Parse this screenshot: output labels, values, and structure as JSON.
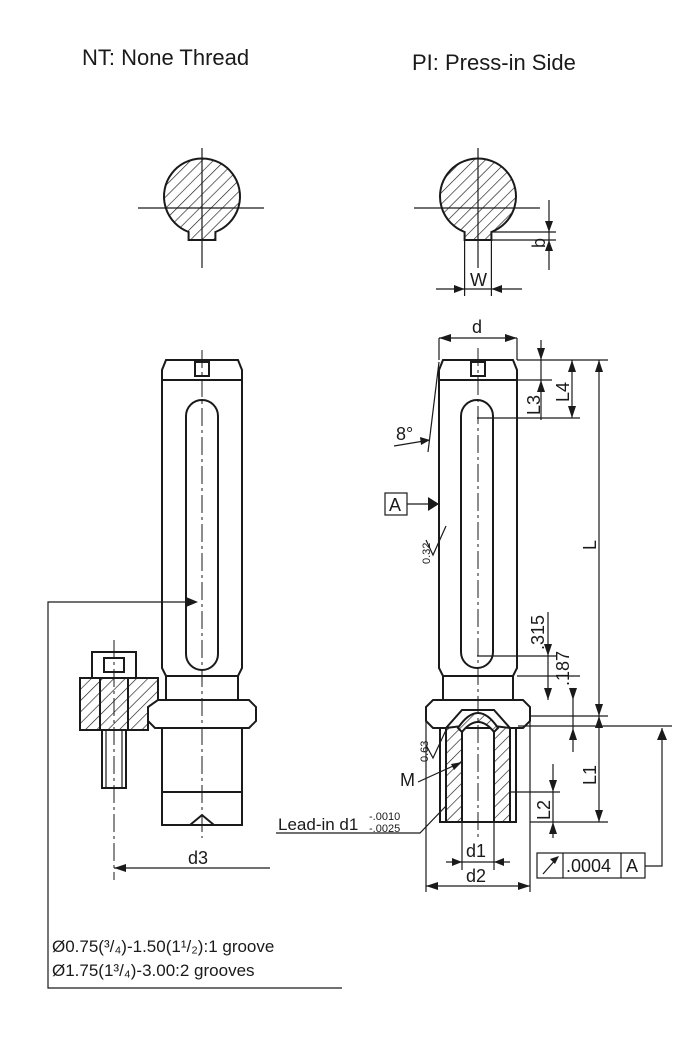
{
  "titles": {
    "left": "NT: None Thread",
    "right": "PI: Press-in Side"
  },
  "dimensions": {
    "d": "d",
    "w": "W",
    "b": "b",
    "l": "L",
    "l1": "L1",
    "l2": "L2",
    "l3": "L3",
    "l4": "L4",
    "d1": "d1",
    "d2": "d2",
    "d3": "d3",
    "m": "M",
    "angle": "8°",
    "dim_315": ".315",
    "dim_187": ".187"
  },
  "datum": {
    "label": "A"
  },
  "surface_finish": {
    "upper": "0.32",
    "lower": "0.63"
  },
  "lead_in": {
    "text": "Lead-in d1",
    "tol_upper": "-.0010",
    "tol_lower": "-.0025"
  },
  "tolerance_frame": {
    "value": ".0004",
    "datum": "A"
  },
  "notes": {
    "line1": "Ø0.75(³/₄)-1.50(1¹/₂):1 groove",
    "line2": "Ø1.75(1³/₄)-3.00:2 grooves"
  }
}
